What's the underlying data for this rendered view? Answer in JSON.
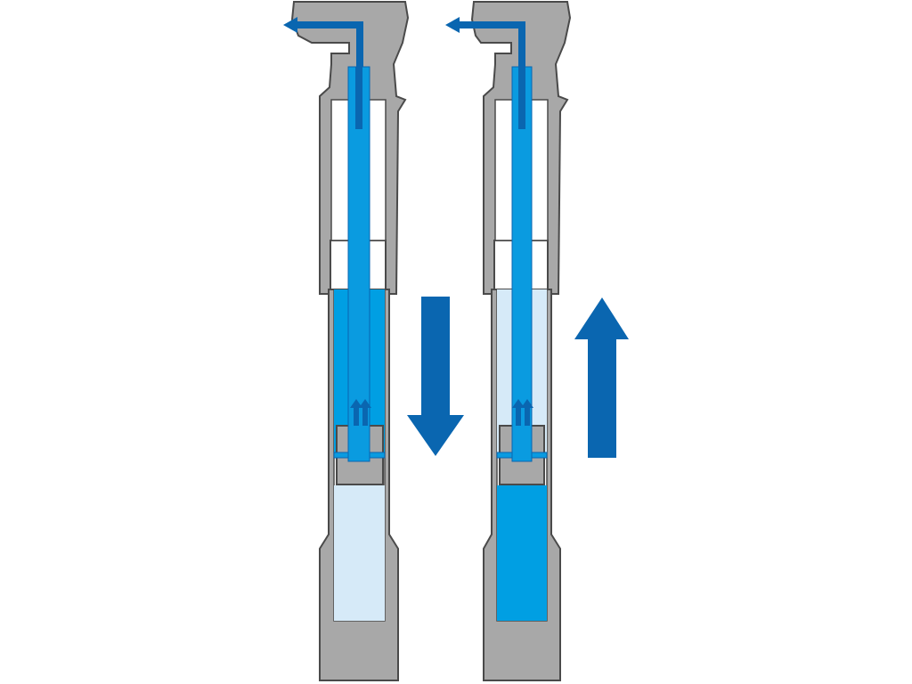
{
  "diagram": {
    "kind": "pump-cylinder-cross-section",
    "colors": {
      "housing": "#a8a8a8",
      "outline": "#4a4a4a",
      "bore": "#ffffff",
      "fluid_in_tube": "#0a9be0",
      "fluid_light": "#d6eaf8",
      "fluid_full": "#009fe3",
      "arrow": "#0a66b0"
    },
    "panels": [
      {
        "name": "left-cylinder",
        "stroke": "down",
        "lower_chamber": "light",
        "annular_chamber": "filled"
      },
      {
        "name": "right-cylinder",
        "stroke": "up",
        "lower_chamber": "filled",
        "annular_chamber": "light"
      }
    ],
    "motion_arrows": [
      {
        "direction": "down",
        "meaning": "piston-downstroke"
      },
      {
        "direction": "up",
        "meaning": "piston-upstroke"
      }
    ],
    "outlet_arrows": [
      {
        "direction": "left"
      },
      {
        "direction": "left"
      }
    ]
  }
}
